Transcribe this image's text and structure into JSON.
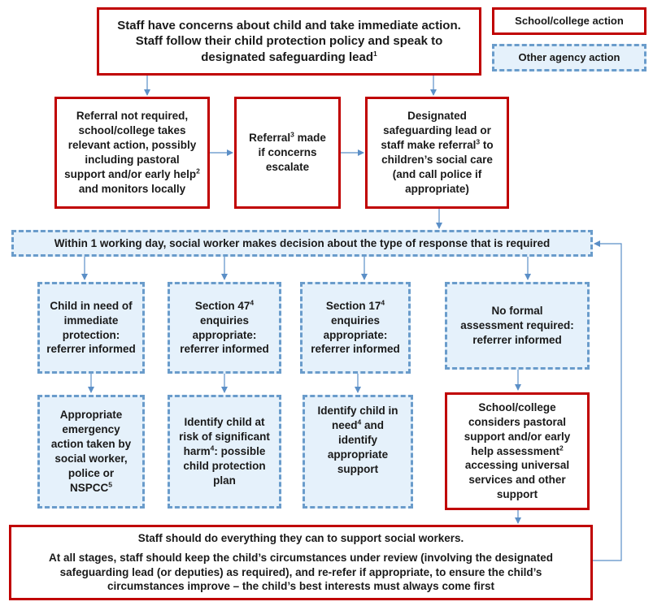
{
  "legend": {
    "school_action": "School/college action",
    "other_agency_action": "Other agency action"
  },
  "top_box": [
    "Staff have concerns about child and take immediate action. Staff follow their child protection policy and speak to designated safeguarding lead",
    "1"
  ],
  "row2": {
    "no_referral": [
      "Referral not required, school/college takes relevant action, possibly including pastoral support and/or early help",
      "2",
      " and monitors locally"
    ],
    "referral_escalate": [
      "Referral",
      "3",
      " made if concerns escalate"
    ],
    "dsl_referral": [
      "Designated safeguarding lead or staff make referral",
      "3",
      " to children’s social care (and call police if appropriate)"
    ]
  },
  "decision_bar": "Within 1 working day, social worker makes decision about the type of response that is required",
  "row4": {
    "immediate_protection": "Child in need of immediate protection: referrer informed",
    "section47": [
      "Section 47",
      "4",
      " enquiries appropriate: referrer informed"
    ],
    "section17": [
      "Section 17",
      "4",
      " enquiries appropriate: referrer informed"
    ],
    "no_assessment": "No formal assessment required: referrer informed"
  },
  "row5": {
    "emergency_action": [
      "Appropriate emergency action taken by social worker, police or NSPCC",
      "5"
    ],
    "significant_harm": [
      "Identify child at risk of significant harm",
      "4",
      ": possible child protection plan"
    ],
    "child_in_need": [
      "Identify child in need",
      "4",
      " and identify appropriate support"
    ],
    "school_considers": [
      "School/college considers pastoral support and/or early help assessment",
      "2",
      " accessing universal services and other support"
    ]
  },
  "bottom_box": {
    "line1": "Staff should do everything they can to support social workers.",
    "line2": "At all stages, staff should keep the child’s circumstances under review (involving the designated safeguarding lead (or deputies) as required), and re-refer if appropriate, to ensure the child’s circumstances improve – the child’s best interests must always come first"
  },
  "colors": {
    "school_border": "#c00000",
    "agency_border": "#6a9ccb",
    "agency_fill": "#e5f1fb",
    "arrow": "#5b8fc7"
  }
}
